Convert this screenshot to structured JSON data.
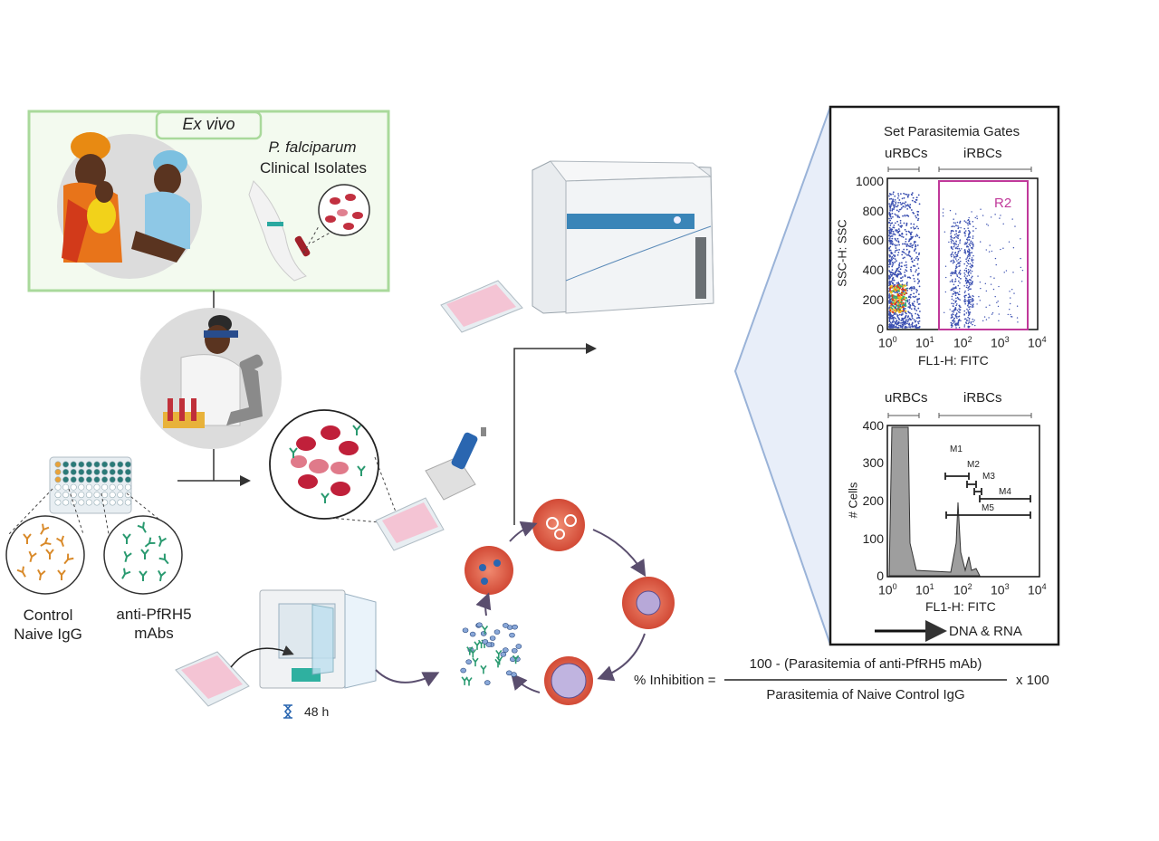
{
  "exvivo": {
    "title": "Ex vivo",
    "species": "P. falciparum",
    "isolates": "Clinical Isolates"
  },
  "antibodies": {
    "control_line1": "Control",
    "control_line2": "Naive IgG",
    "anti_line1": "anti-PfRH5",
    "anti_line2": "mAbs"
  },
  "incubation": {
    "time": "48 h"
  },
  "scatter": {
    "title": "Set Parasitemia Gates",
    "urbc_label": "uRBCs",
    "irbc_label": "iRBCs",
    "gate_label": "R2",
    "ylabel": "SSC-H: SSC",
    "xlabel": "FL1-H: FITC",
    "yticks": [
      "0",
      "200",
      "400",
      "600",
      "800",
      "1000"
    ]
  },
  "histogram": {
    "urbc_label": "uRBCs",
    "irbc_label": "iRBCs",
    "ylabel": "# Cells",
    "xlabel": "FL1-H: FITC",
    "yticks": [
      "0",
      "100",
      "200",
      "300",
      "400"
    ],
    "markers": [
      "M1",
      "M2",
      "M3",
      "M4",
      "M5"
    ],
    "dna_label": "DNA & RNA"
  },
  "formula": {
    "lhs": "% Inhibition =",
    "numerator": "100 - (Parasitemia of anti-PfRH5 mAb)",
    "denominator": "Parasitemia of Naive Control IgG",
    "multiplier": "x  100"
  },
  "colors": {
    "exvivo_border": "#a9d99b",
    "exvivo_fill": "#f3faef",
    "panel_border": "#1a1a1a",
    "gate": "#c0399a",
    "rbc": "#e0604a",
    "scatter_dots": "#3a4fb0",
    "zoom_fill": "#e6eefa",
    "zoom_edge": "#9ab3d8"
  }
}
